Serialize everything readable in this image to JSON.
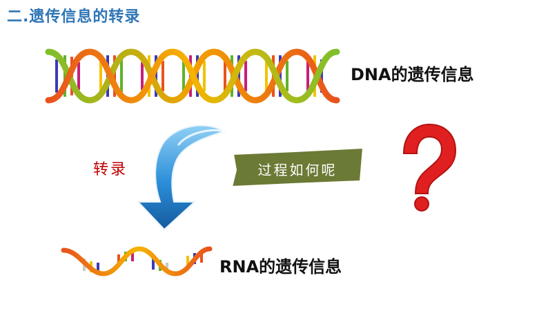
{
  "slide": {
    "title": "二.遗传信息的转录",
    "dna_label": "DNA的遗传信息",
    "rna_label": "RNA的遗传信息",
    "transcription_label": "转录",
    "question_banner": "过程如何呢"
  },
  "icons": {
    "dna": "dna-double-helix-icon",
    "rna": "rna-single-strand-icon",
    "arrow": "curved-down-arrow-icon",
    "question": "question-mark-icon"
  },
  "colors": {
    "title": "#2e75b6",
    "transcription": "#c00000",
    "banner": "#6b7a35",
    "question": "#e02020",
    "arrow": "#1f78c8"
  }
}
